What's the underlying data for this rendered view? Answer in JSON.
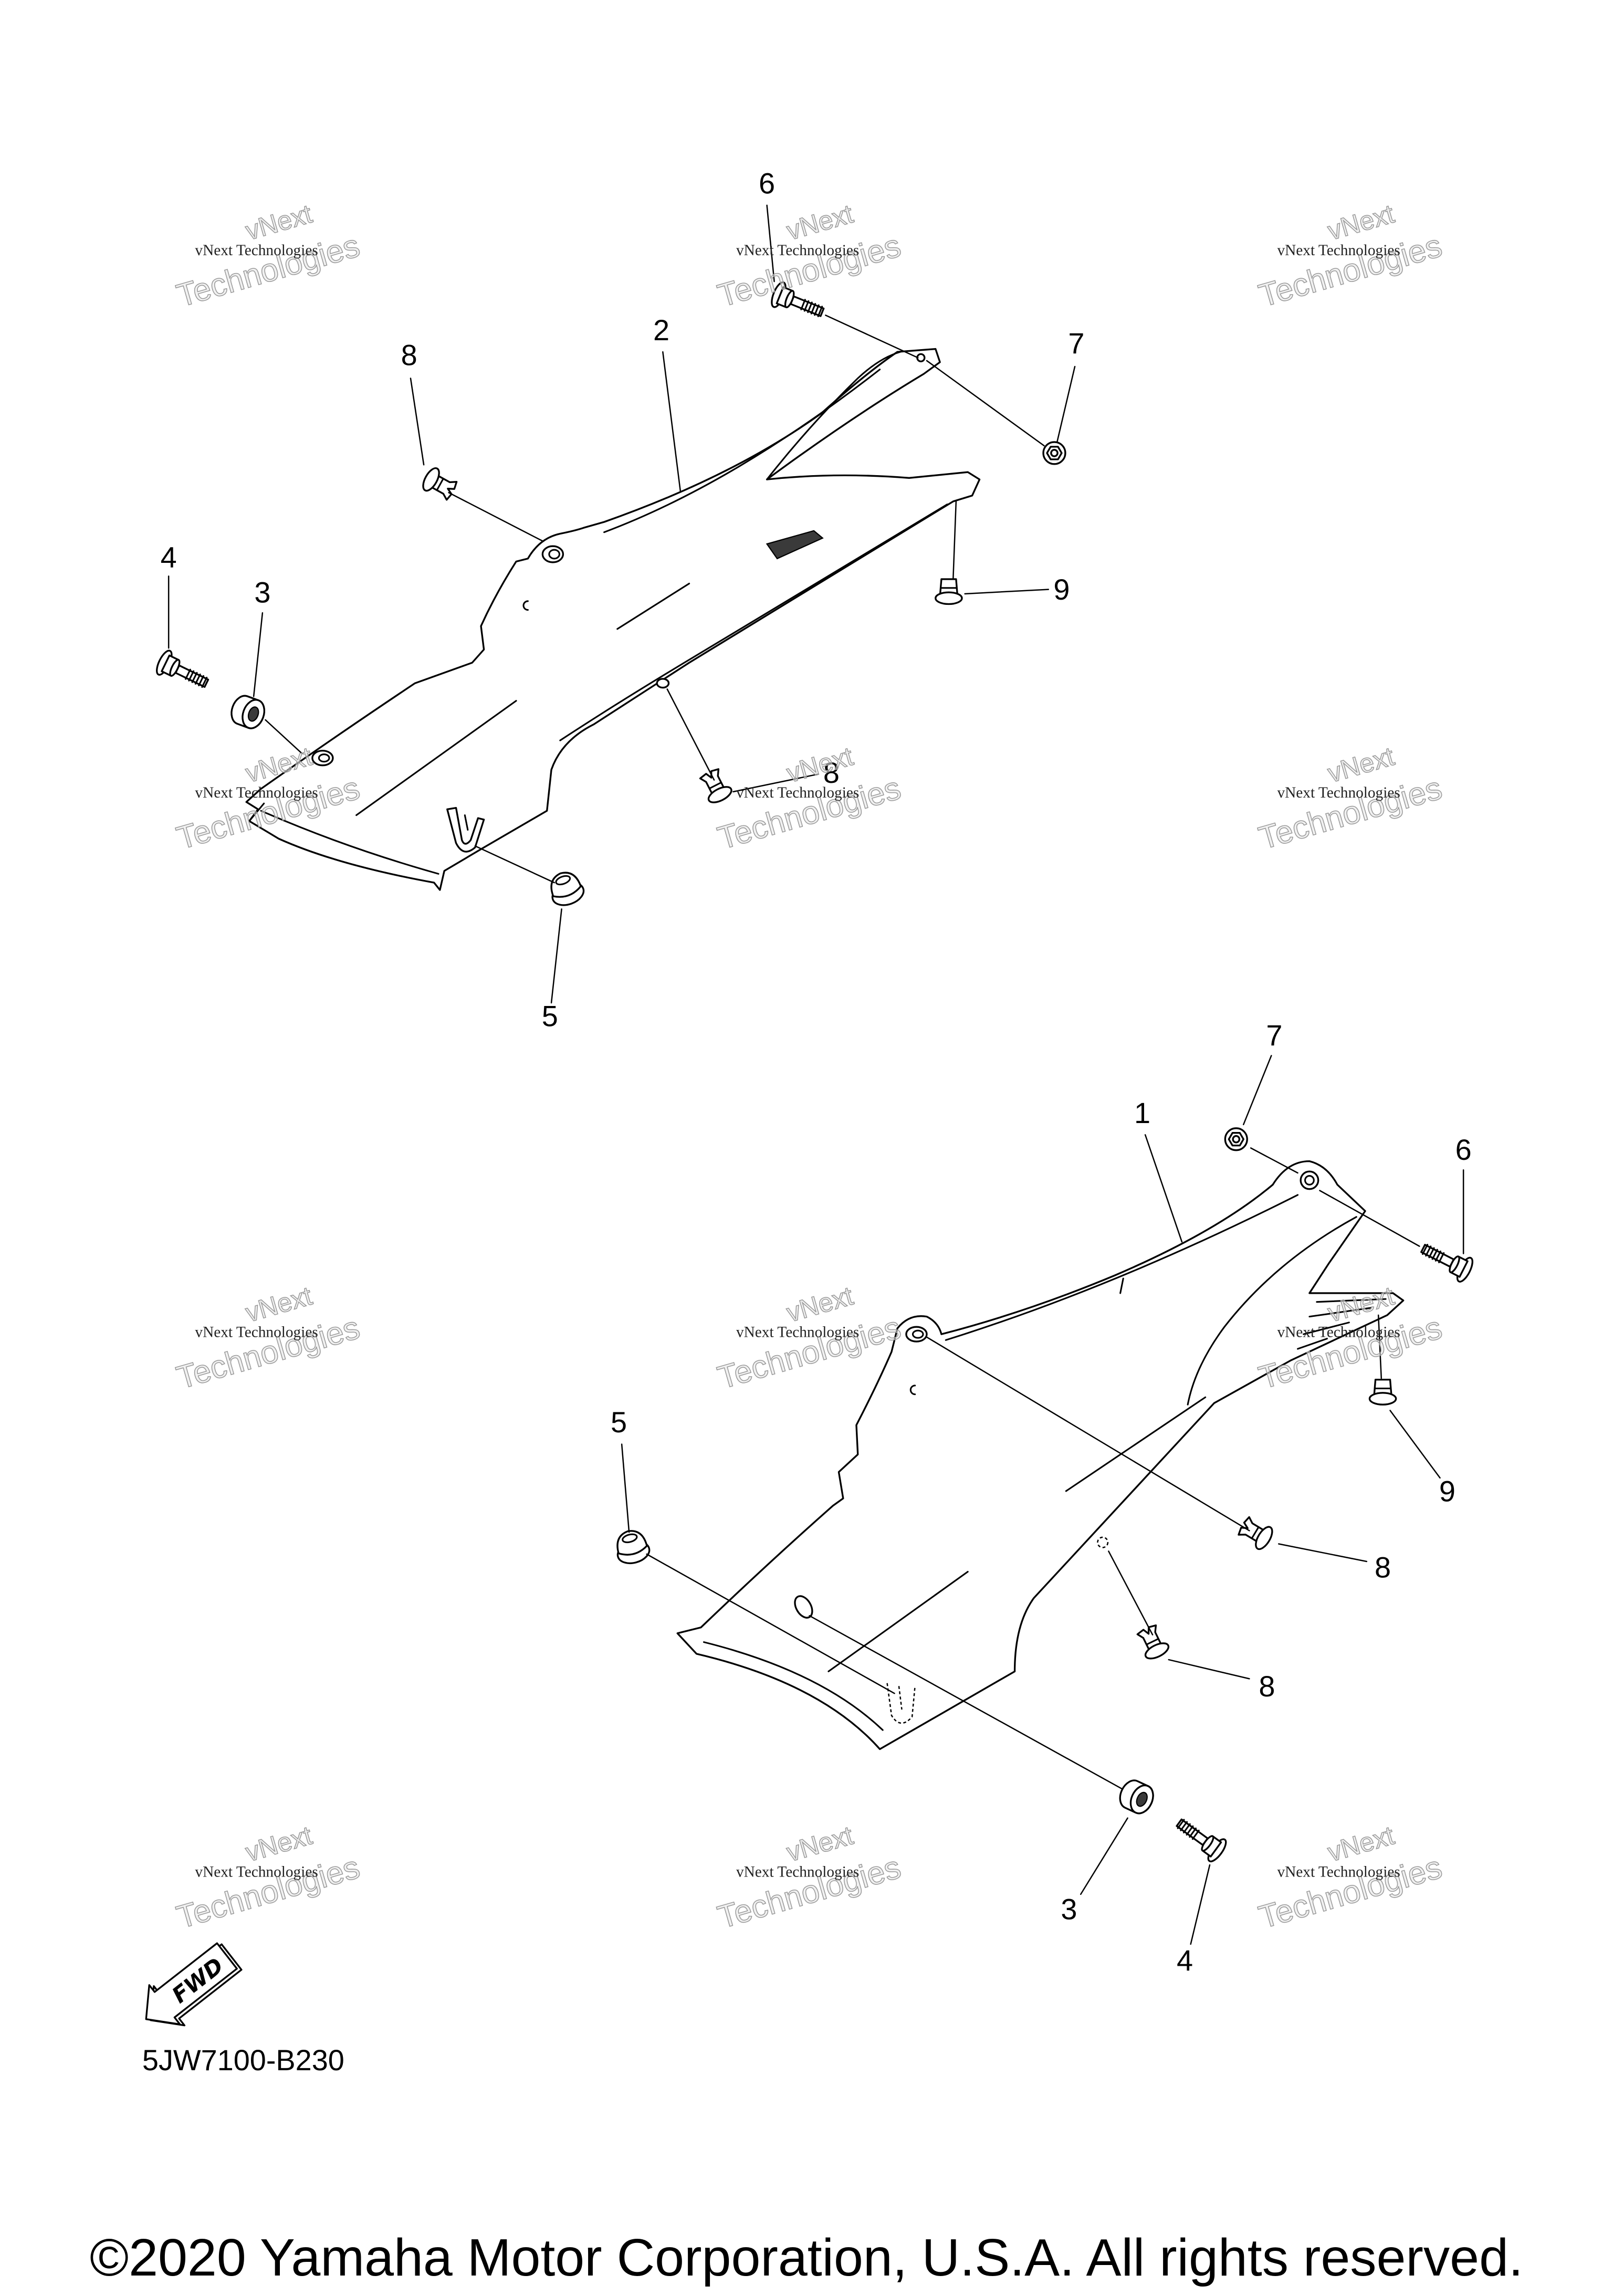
{
  "document": {
    "diagram_code": "5JW7100-B230",
    "copyright": "©2020 Yamaha Motor Corporation, U.S.A. All rights reserved.",
    "fwd_label": "FWD"
  },
  "watermark": {
    "small_text": "vNext Technologies",
    "line1": "vNext",
    "line2": "Technologies"
  },
  "upper_assembly": {
    "callouts": [
      "6",
      "8",
      "2",
      "7",
      "4",
      "3",
      "9",
      "8",
      "5"
    ]
  },
  "lower_assembly": {
    "callouts": [
      "7",
      "1",
      "6",
      "5",
      "9",
      "8",
      "8",
      "3",
      "4"
    ]
  },
  "colors": {
    "background": "#ffffff",
    "line": "#000000",
    "watermark_fill": "#e6e6e6",
    "watermark_stroke": "#9a9a9a"
  }
}
